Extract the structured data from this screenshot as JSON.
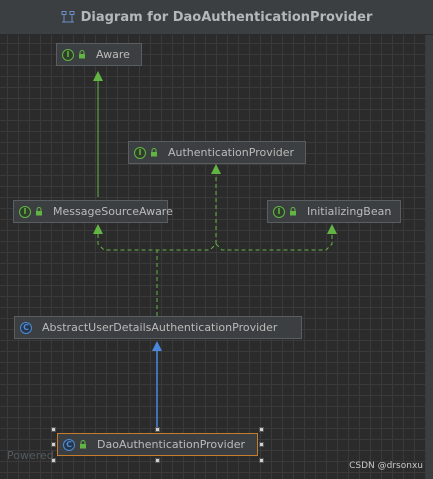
{
  "window": {
    "title": "Diagram for DaoAuthenticationProvider"
  },
  "nodes": [
    {
      "name": "aware",
      "kind": "I",
      "label": "Aware"
    },
    {
      "name": "authentication-provider",
      "kind": "I",
      "label": "AuthenticationProvider"
    },
    {
      "name": "message-source-aware",
      "kind": "I",
      "label": "MessageSourceAware"
    },
    {
      "name": "initializing-bean",
      "kind": "I",
      "label": "InitializingBean"
    },
    {
      "name": "abstract-user-details-authentication-provider",
      "kind": "C",
      "label": "AbstractUserDetailsAuthenticationProvider"
    },
    {
      "name": "dao-authentication-provider",
      "kind": "C",
      "label": "DaoAuthenticationProvider"
    }
  ],
  "footer": {
    "powered": "Powered",
    "watermark": "CSDN @drsonxu"
  },
  "colors": {
    "implements": "#62b543",
    "extends": "#4a88e0",
    "selection": "#c67c2d"
  }
}
